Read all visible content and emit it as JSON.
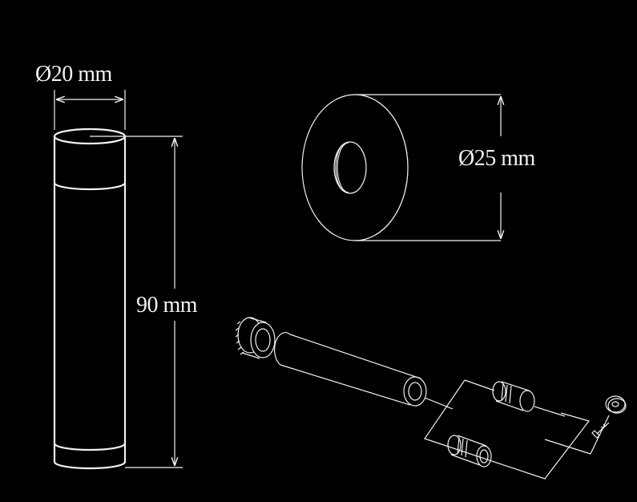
{
  "dimensions": {
    "tube_diameter": "Ø20 mm",
    "tube_length": "90 mm",
    "disc_diameter": "Ø25 mm"
  },
  "colors": {
    "background": "#000000",
    "line": "#f2f2f2"
  }
}
